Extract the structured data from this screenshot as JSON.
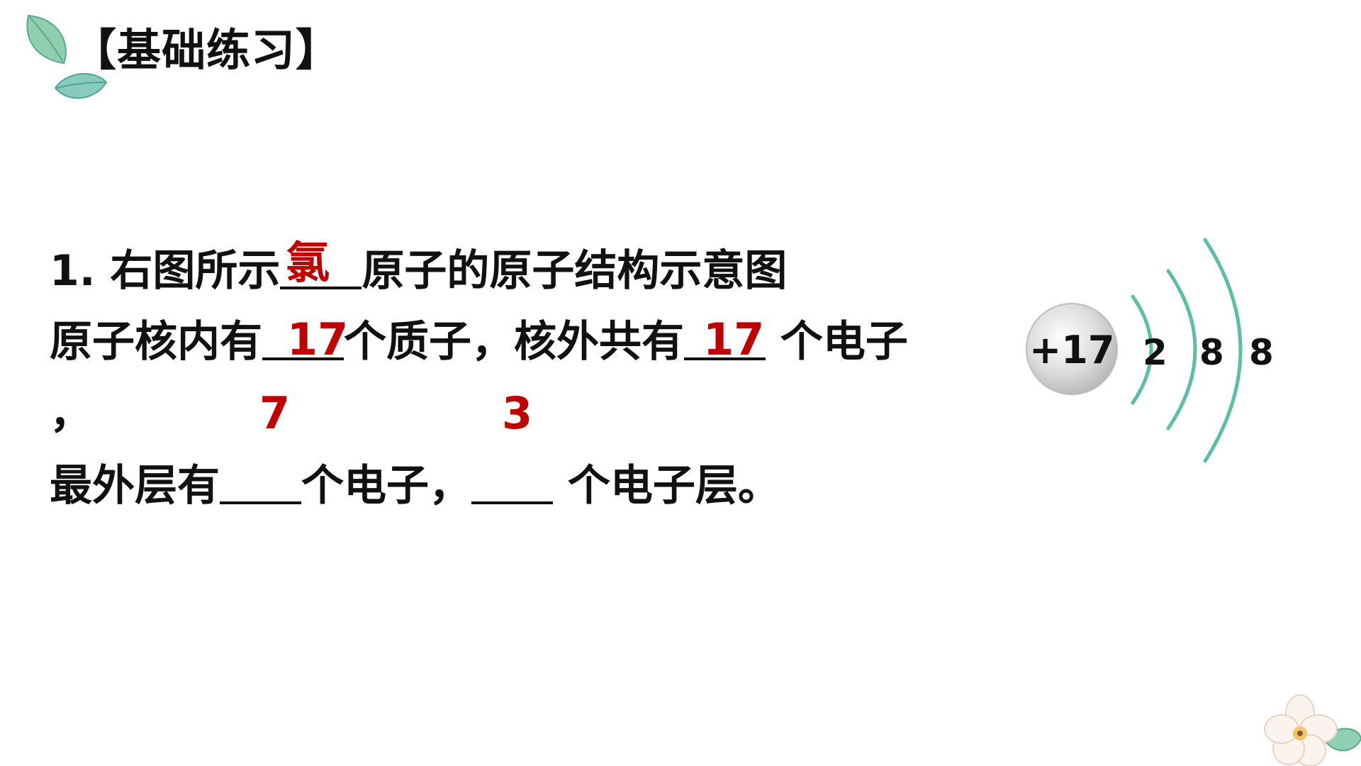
{
  "header": {
    "title": "【基础练习】"
  },
  "question": {
    "line1_prefix": "1. 右图所示",
    "line1_suffix": "原子的原子结构示意图",
    "line2_prefix": "原子核内有",
    "line2_mid": "个质子，核外共有",
    "line2_suffix": " 个电子",
    "line3": "，",
    "line4_prefix": "最外层有",
    "line4_mid": "个电子，",
    "line4_suffix": " 个电子层。"
  },
  "answers": {
    "element": "氯",
    "protons": "17",
    "electrons": "17",
    "outer_electrons": "7",
    "shells": "3"
  },
  "atom_diagram": {
    "nucleus": "+17",
    "shells": [
      "2",
      "8",
      "8"
    ]
  },
  "colors": {
    "answer": "#c00000",
    "arc": "#5bbfa8",
    "leaf": "#7cc4a8"
  }
}
